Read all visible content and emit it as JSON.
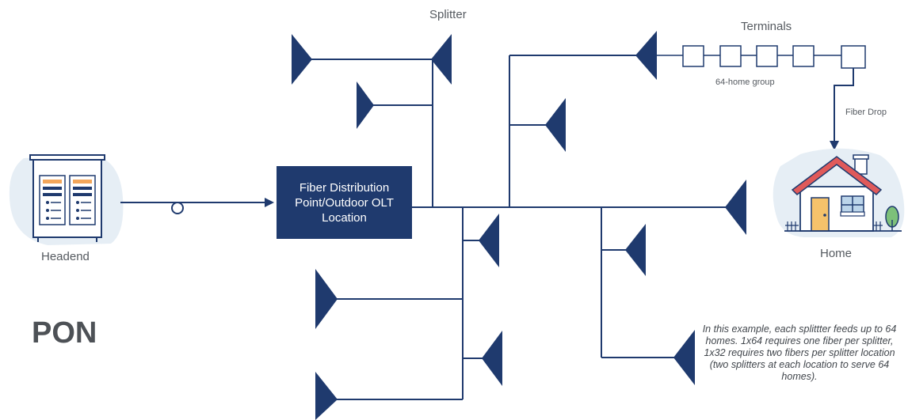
{
  "labels": {
    "splitter": "Splitter",
    "terminals": "Terminals",
    "group": "64-home group",
    "fiber_drop": "Fiber Drop",
    "headend": "Headend",
    "home": "Home",
    "fdp": "Fiber Distribution Point/Outdoor OLT Location",
    "pon": "PON",
    "note": "In this example, each splittter feeds up to 64 homes. 1x64 requires one fiber per splitter, 1x32 requires two fibers per splitter location (two splitters at each location to serve 64 homes)."
  },
  "colors": {
    "navy": "#1f3a6e",
    "line": "#1f3a6e",
    "text": "#555a60",
    "home_bg": "#e6eef5",
    "roof": "#e05a5a"
  },
  "icons": {
    "headend": "headend-cabinet-icon",
    "home": "house-icon",
    "splitter": "splitter-triangle-icon"
  }
}
